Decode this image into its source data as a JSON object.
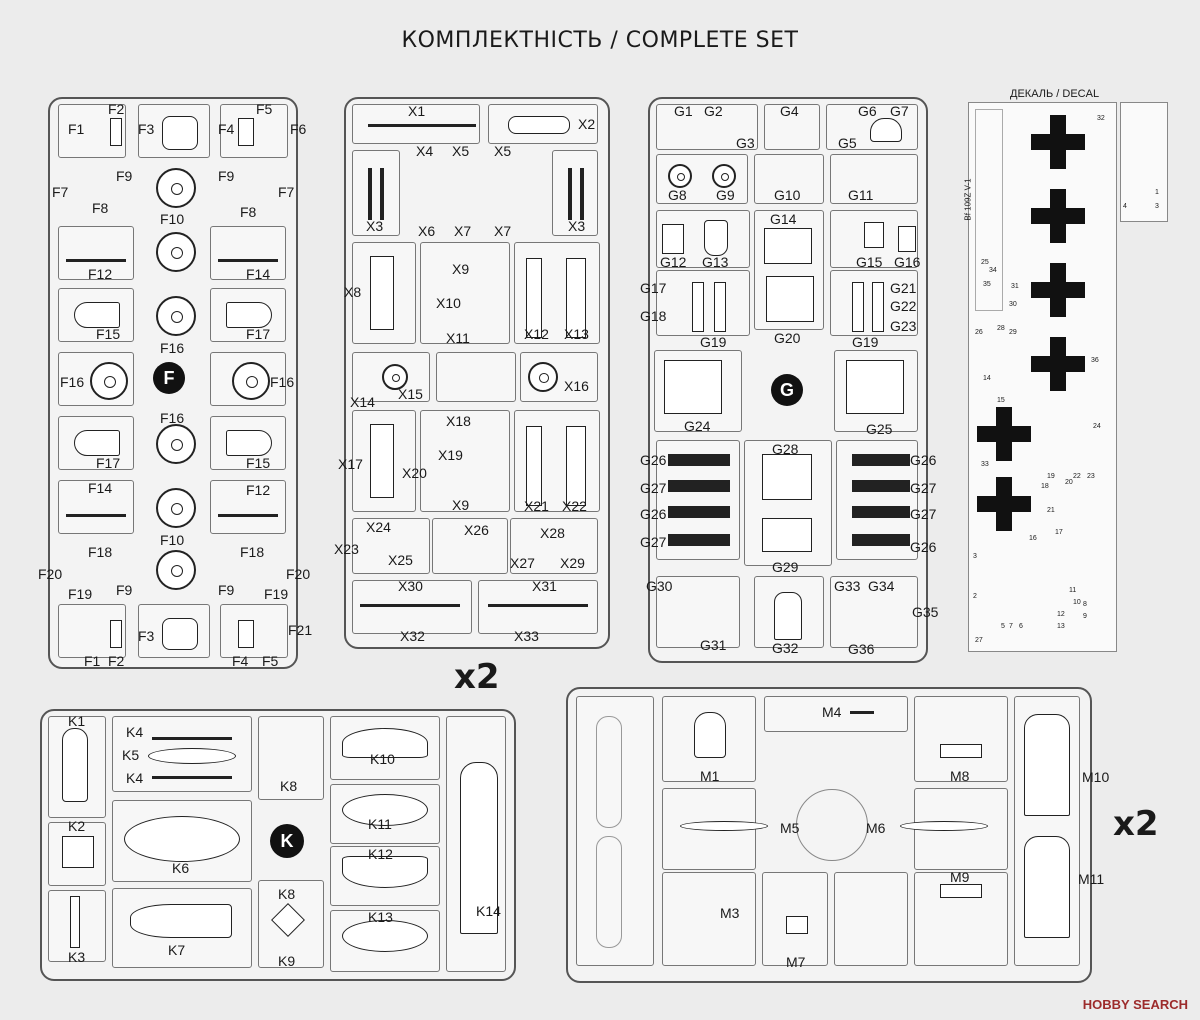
{
  "header": {
    "title": "КОМПЛЕКТНІСТЬ / COMPLETE SET"
  },
  "multiplier": "x2",
  "sprues": {
    "F": {
      "letter": "F",
      "labels": [
        "F1",
        "F2",
        "F3",
        "F4",
        "F5",
        "F6",
        "F7",
        "F8",
        "F9",
        "F10",
        "F12",
        "F14",
        "F15",
        "F16",
        "F17",
        "F18",
        "F19",
        "F20",
        "F21"
      ]
    },
    "X": {
      "letter": "X",
      "labels": [
        "X1",
        "X2",
        "X3",
        "X4",
        "X5",
        "X6",
        "X7",
        "X8",
        "X9",
        "X10",
        "X11",
        "X12",
        "X13",
        "X14",
        "X15",
        "X16",
        "X17",
        "X18",
        "X19",
        "X20",
        "X21",
        "X22",
        "X23",
        "X24",
        "X25",
        "X26",
        "X27",
        "X28",
        "X29",
        "X30",
        "X31",
        "X32",
        "X33"
      ]
    },
    "G": {
      "letter": "G",
      "labels": [
        "G1",
        "G2",
        "G3",
        "G4",
        "G5",
        "G6",
        "G7",
        "G8",
        "G9",
        "G10",
        "G11",
        "G12",
        "G13",
        "G14",
        "G15",
        "G16",
        "G17",
        "G18",
        "G19",
        "G20",
        "G21",
        "G22",
        "G23",
        "G24",
        "G25",
        "G26",
        "G27",
        "G28",
        "G29",
        "G30",
        "G31",
        "G32",
        "G33",
        "G34",
        "G35",
        "G36"
      ]
    },
    "K": {
      "letter": "K",
      "labels": [
        "K1",
        "K2",
        "K3",
        "K4",
        "K5",
        "K6",
        "K7",
        "K8",
        "K9",
        "K10",
        "K11",
        "K12",
        "K13",
        "K14"
      ]
    },
    "M": {
      "letter": "M",
      "labels": [
        "M1",
        "M3",
        "M4",
        "M5",
        "M6",
        "M7",
        "M8",
        "M9",
        "M10",
        "M11"
      ]
    }
  },
  "decal": {
    "title": "ДЕКАЛЬ / DECAL",
    "code": "Bf 109Z V-1",
    "numbers": [
      "32",
      "25",
      "34",
      "35",
      "31",
      "30",
      "28",
      "29",
      "26",
      "36",
      "14",
      "15",
      "24",
      "33",
      "19",
      "17",
      "16",
      "20",
      "22",
      "23",
      "18",
      "21",
      "3",
      "2",
      "11",
      "10",
      "12",
      "13",
      "8",
      "9",
      "6",
      "7",
      "5",
      "27"
    ],
    "mini_numbers": [
      "4",
      "1",
      "3"
    ]
  },
  "footer": {
    "watermark": "HOBBY SEARCH"
  }
}
